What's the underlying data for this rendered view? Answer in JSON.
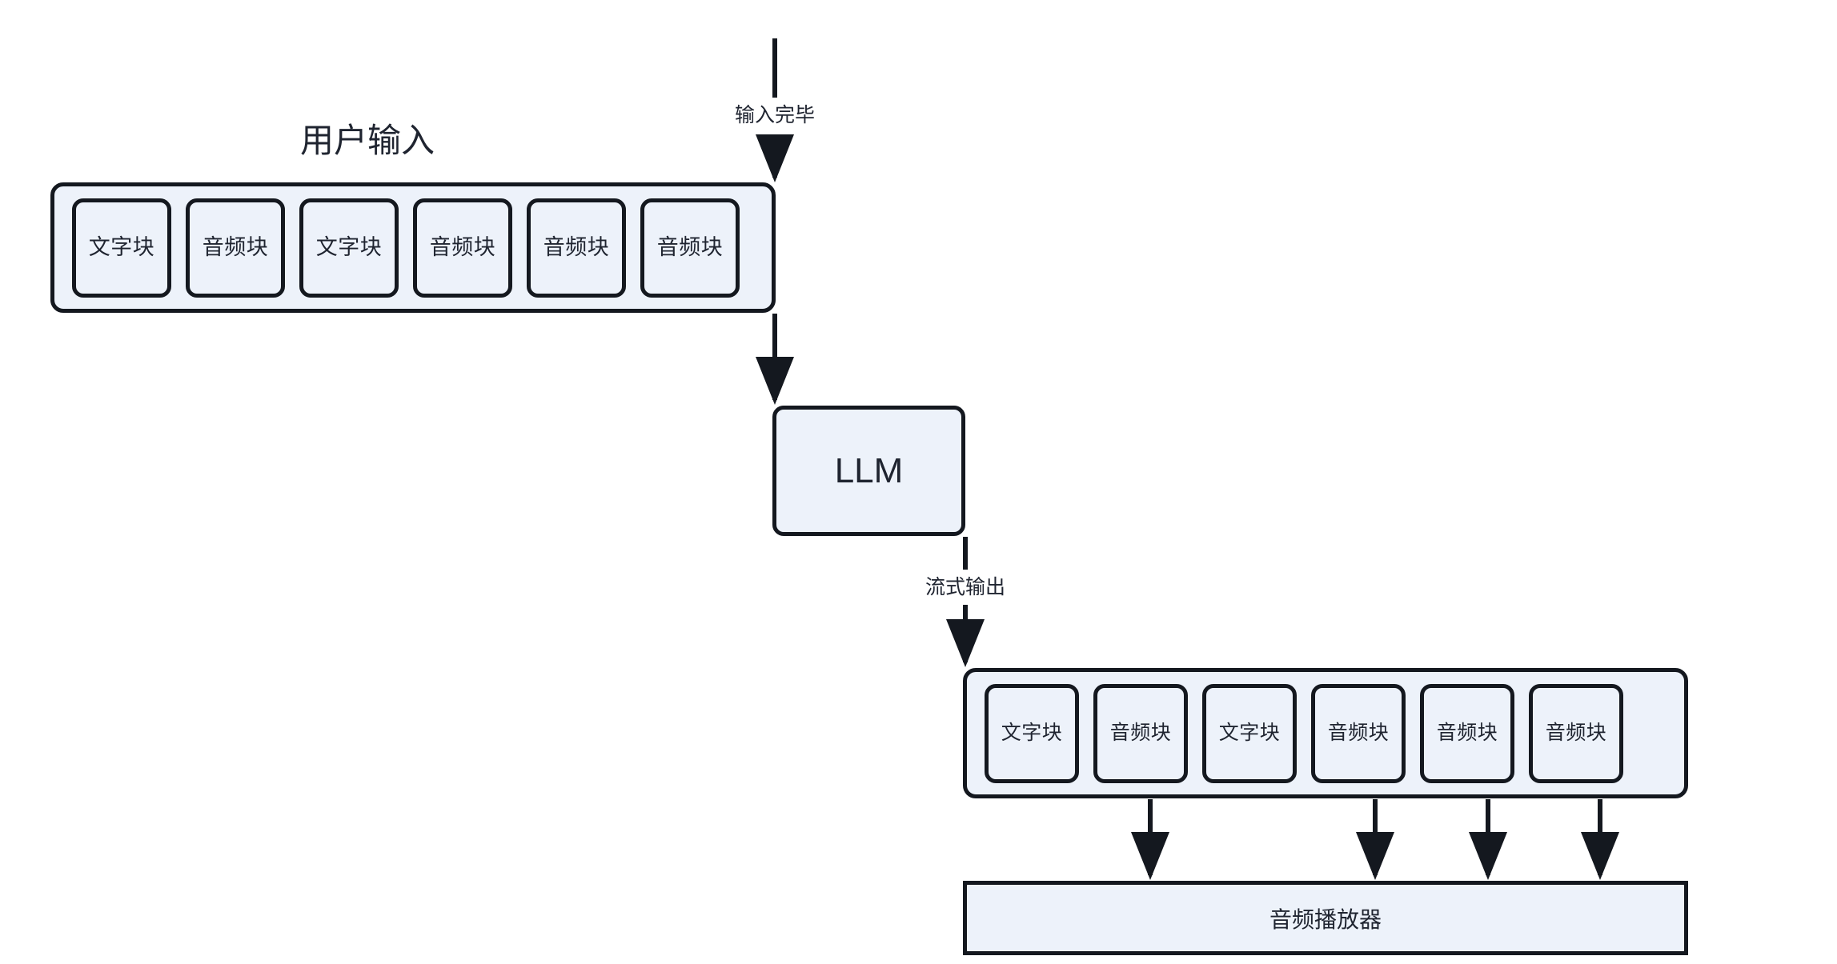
{
  "diagram": {
    "type": "flowchart",
    "background": "#ffffff",
    "node_fill": "#edf2fa",
    "node_stroke": "#14181f",
    "text_color": "#1f2430"
  },
  "input_group": {
    "title": "用户输入",
    "chunks": [
      {
        "label": "文字块",
        "kind": "text-chunk"
      },
      {
        "label": "音频块",
        "kind": "audio-chunk"
      },
      {
        "label": "文字块",
        "kind": "text-chunk"
      },
      {
        "label": "音频块",
        "kind": "audio-chunk"
      },
      {
        "label": "音频块",
        "kind": "audio-chunk"
      },
      {
        "label": "音频块",
        "kind": "audio-chunk"
      }
    ]
  },
  "llm": {
    "label": "LLM"
  },
  "output_group": {
    "chunks": [
      {
        "label": "文字块",
        "kind": "text-chunk"
      },
      {
        "label": "音频块",
        "kind": "audio-chunk"
      },
      {
        "label": "文字块",
        "kind": "text-chunk"
      },
      {
        "label": "音频块",
        "kind": "audio-chunk"
      },
      {
        "label": "音频块",
        "kind": "audio-chunk"
      },
      {
        "label": "音频块",
        "kind": "audio-chunk"
      }
    ]
  },
  "audio_player": {
    "label": "音频播放器"
  },
  "edges": {
    "input_done_label": "输入完毕",
    "stream_output_label": "流式输出"
  }
}
